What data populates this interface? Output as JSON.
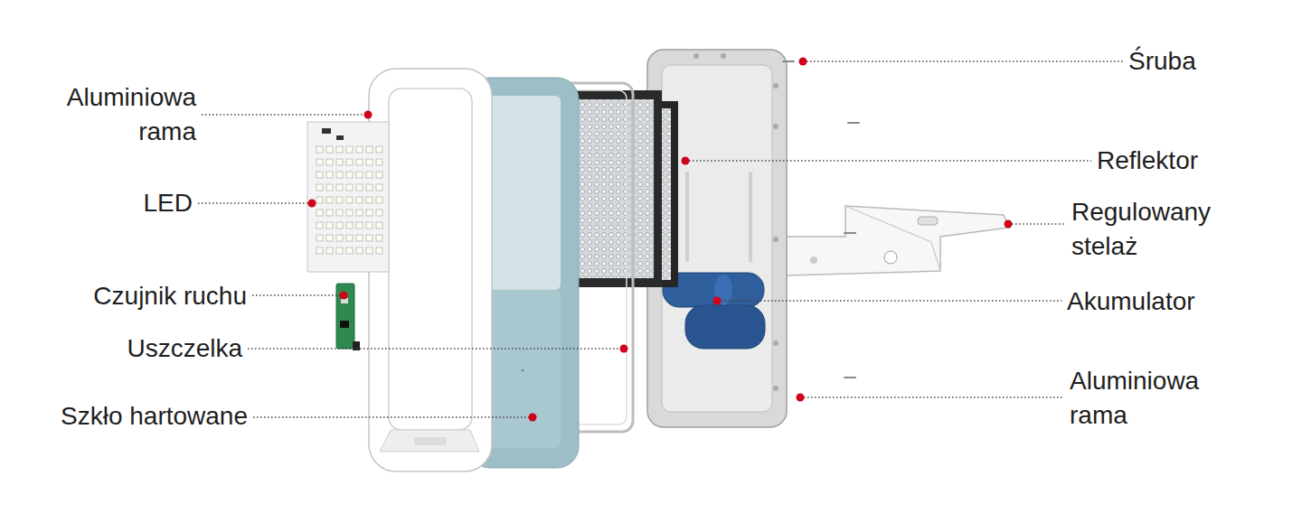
{
  "diagram": {
    "labels": [
      "Aluminiowa rama",
      "LED",
      "Czujnik ruchu",
      "Uszczelka",
      "Szkło hartowane",
      "Śruba",
      "Reflektor",
      "Regulowany stelaż",
      "Akumulator",
      "Aluminiowa rama"
    ]
  }
}
